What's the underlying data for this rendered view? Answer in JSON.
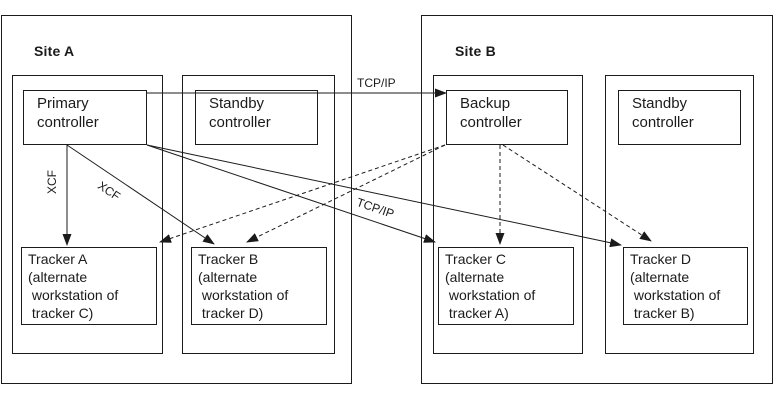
{
  "diagram": {
    "sites": [
      {
        "label": "Site A"
      },
      {
        "label": "Site B"
      }
    ],
    "nodes": {
      "primary": {
        "lines": [
          "Primary",
          "controller"
        ]
      },
      "standby_a": {
        "lines": [
          "Standby",
          "controller"
        ]
      },
      "backup": {
        "lines": [
          "Backup",
          "controller"
        ]
      },
      "standby_b": {
        "lines": [
          "Standby",
          "controller"
        ]
      },
      "tracker_a": {
        "lines": [
          "Tracker A",
          "(alternate",
          " workstation of",
          " tracker C)"
        ]
      },
      "tracker_b": {
        "lines": [
          "Tracker B",
          "(alternate",
          " workstation of",
          " tracker D)"
        ]
      },
      "tracker_c": {
        "lines": [
          "Tracker C",
          "(alternate",
          " workstation of",
          " tracker A)"
        ]
      },
      "tracker_d": {
        "lines": [
          "Tracker D",
          "(alternate",
          " workstation of",
          " tracker B)"
        ]
      }
    },
    "edge_labels": {
      "tcpip_top": "TCP/IP",
      "tcpip_diagonal": "TCP/IP",
      "xcf_vertical": "XCF",
      "xcf_diagonal": "XCF"
    },
    "connections": [
      {
        "from": "Primary controller",
        "to": "Backup controller",
        "label": "TCP/IP",
        "style": "solid"
      },
      {
        "from": "Primary controller",
        "to": "Tracker A",
        "label": "XCF",
        "style": "solid"
      },
      {
        "from": "Primary controller",
        "to": "Tracker B",
        "label": "XCF",
        "style": "solid"
      },
      {
        "from": "Primary controller",
        "to": "Tracker C",
        "label": "TCP/IP",
        "style": "solid"
      },
      {
        "from": "Primary controller",
        "to": "Tracker D",
        "label": "",
        "style": "solid"
      },
      {
        "from": "Backup controller",
        "to": "Tracker A",
        "label": "",
        "style": "dashed"
      },
      {
        "from": "Backup controller",
        "to": "Tracker B",
        "label": "",
        "style": "dashed"
      },
      {
        "from": "Backup controller",
        "to": "Tracker C",
        "label": "",
        "style": "dashed"
      },
      {
        "from": "Backup controller",
        "to": "Tracker D",
        "label": "",
        "style": "dashed"
      }
    ],
    "colors": {
      "line": "#1b1b1b",
      "background": "#ffffff"
    }
  }
}
